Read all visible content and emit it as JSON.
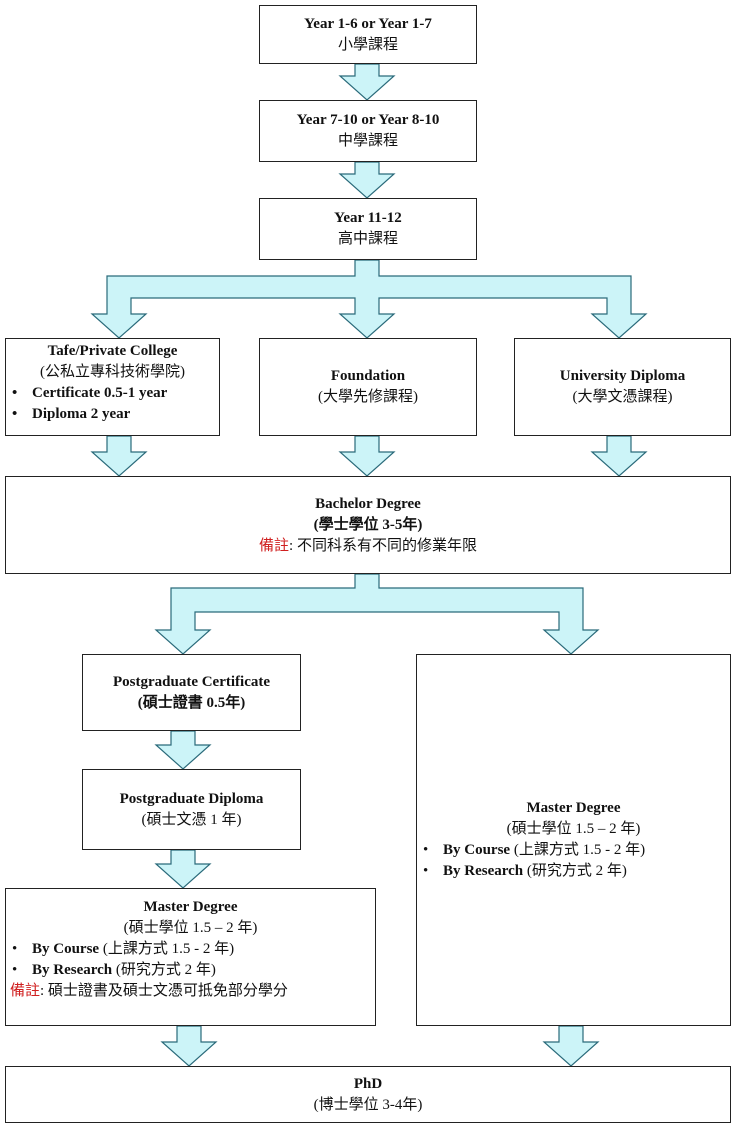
{
  "nodes": {
    "primary": {
      "title": "Year 1-6 or Year 1-7",
      "subtitle": "小學課程"
    },
    "middle": {
      "title": "Year 7-10 or Year 8-10",
      "subtitle": "中學課程"
    },
    "senior": {
      "title": "Year 11-12",
      "subtitle": "高中課程"
    },
    "tafe": {
      "title": "Tafe/Private College",
      "subtitle": "(公私立專科技術學院)",
      "items": [
        "Certificate 0.5-1 year",
        "Diploma 2 year"
      ]
    },
    "foundation": {
      "title": "Foundation",
      "subtitle": "(大學先修課程)"
    },
    "uni_diploma": {
      "title": "University Diploma",
      "subtitle": "(大學文憑課程)"
    },
    "bachelor": {
      "title": "Bachelor Degree",
      "subtitle": "(學士學位 3-5年)",
      "note_label": "備註",
      "note_text": ": 不同科系有不同的修業年限"
    },
    "pg_cert": {
      "title": "Postgraduate Certificate",
      "subtitle": "(碩士證書 0.5年)"
    },
    "pg_diploma": {
      "title": "Postgraduate Diploma",
      "subtitle": "(碩士文憑 1 年)"
    },
    "master_left": {
      "title": "Master Degree",
      "subtitle": "(碩士學位 1.5 – 2 年)",
      "item1_bold": "By Course",
      "item1_text": " (上課方式 1.5 - 2 年)",
      "item2_bold": "By Research",
      "item2_text": " (研究方式 2 年)",
      "note_label": "備註",
      "note_text": ": 碩士證書及碩士文憑可抵免部分學分"
    },
    "master_right": {
      "title": "Master Degree",
      "subtitle": "(碩士學位 1.5 – 2 年)",
      "item1_bold": "By Course",
      "item1_text": " (上課方式 1.5 - 2 年)",
      "item2_bold": "By Research",
      "item2_text": " (研究方式 2 年)"
    },
    "phd": {
      "title": "PhD",
      "subtitle": "(博士學位 3-4年)"
    }
  },
  "colors": {
    "arrow_fill": "#ccf4f8",
    "arrow_stroke": "#2a6a7a",
    "note_label": "#d02020"
  }
}
